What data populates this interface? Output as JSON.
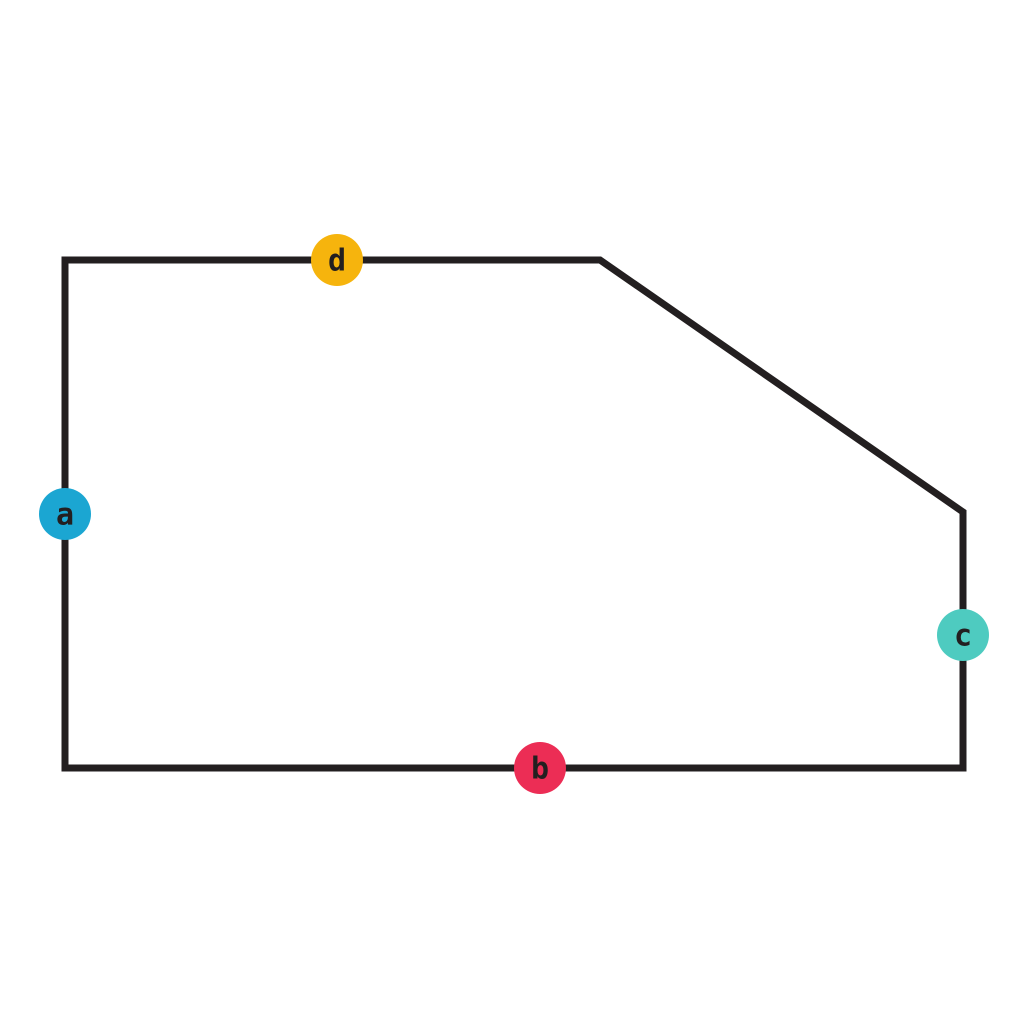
{
  "diagram": {
    "shape": "pentagon",
    "stroke_color": "#231f20",
    "edge_labels": [
      {
        "id": "a",
        "text": "a",
        "color": "#1ba6d2"
      },
      {
        "id": "b",
        "text": "b",
        "color": "#ec2d55"
      },
      {
        "id": "c",
        "text": "c",
        "color": "#4ecbc0"
      },
      {
        "id": "d",
        "text": "d",
        "color": "#f6b40d"
      }
    ]
  }
}
